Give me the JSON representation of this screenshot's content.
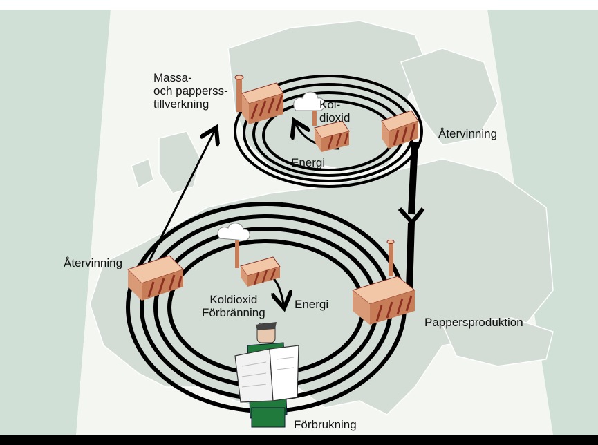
{
  "labels": {
    "pulp_mill_line1": "Massa-",
    "pulp_mill_line2": "och papperss-",
    "pulp_mill_line3": "tillverkning",
    "co2_top_line1": "Kol-",
    "co2_top_line2": "dioxid",
    "energy_top": "Energi",
    "recycling_top": "Återvinning",
    "recycling_left": "Återvinning",
    "co2_bottom": "Koldioxid",
    "incineration": "Förbränning",
    "energy_bottom": "Energi",
    "paper_production": "Pappersproduktion",
    "consumption": "Förbrukning"
  },
  "colors": {
    "background_map_area": "#f4f6f2",
    "side_fade": "#bcd3c6",
    "land": "#d3ddd6",
    "land_stroke": "#ffffff",
    "cycle_line": "#000000",
    "factory_roof": "#f1c7a8",
    "factory_side": "#c77e58",
    "factory_accent": "#8c2f22",
    "smoke": "#ffffff",
    "person_suit": "#1f7a3c",
    "newspaper": "#f2f2f2"
  },
  "icons": [
    "pulp-mill-factory-icon",
    "co2-plant-top-icon",
    "recycling-plant-top-icon",
    "recycling-plant-left-icon",
    "incineration-plant-icon",
    "paper-mill-icon",
    "newspaper-reader-icon"
  ]
}
